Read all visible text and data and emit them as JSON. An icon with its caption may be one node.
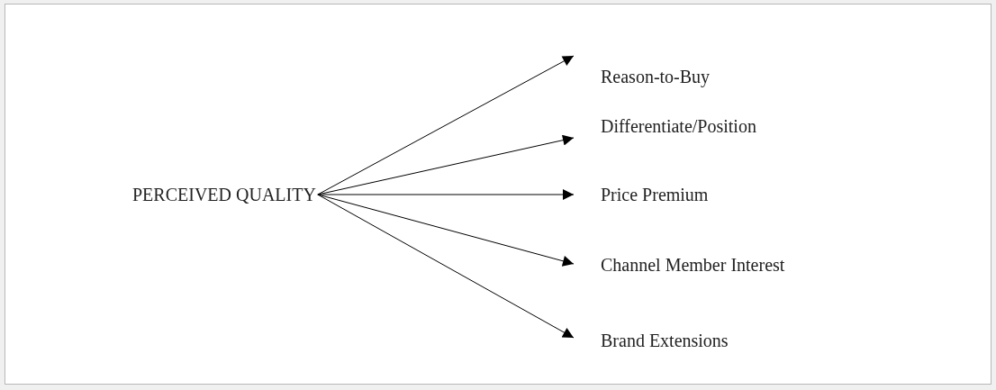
{
  "diagram": {
    "nodes": [
      {
        "text": [
          "PERCEIVED QUALITY"
        ]
      },
      {
        "text": [
          "Reason-to-Buy"
        ]
      },
      {
        "text": [
          "Differentiate/Position"
        ]
      },
      {
        "text": [
          "Price Premium"
        ]
      },
      {
        "text": [
          "Channel Member Interest"
        ]
      },
      {
        "text": [
          "Brand Extensions"
        ]
      }
    ],
    "edges": [
      {
        "from": 0,
        "to": 1,
        "arrow": "to"
      },
      {
        "from": 0,
        "to": 2,
        "arrow": "to"
      },
      {
        "from": 0,
        "to": 3,
        "arrow": "to"
      },
      {
        "from": 0,
        "to": 4,
        "arrow": "to"
      },
      {
        "from": 0,
        "to": 5,
        "arrow": "to"
      }
    ]
  }
}
